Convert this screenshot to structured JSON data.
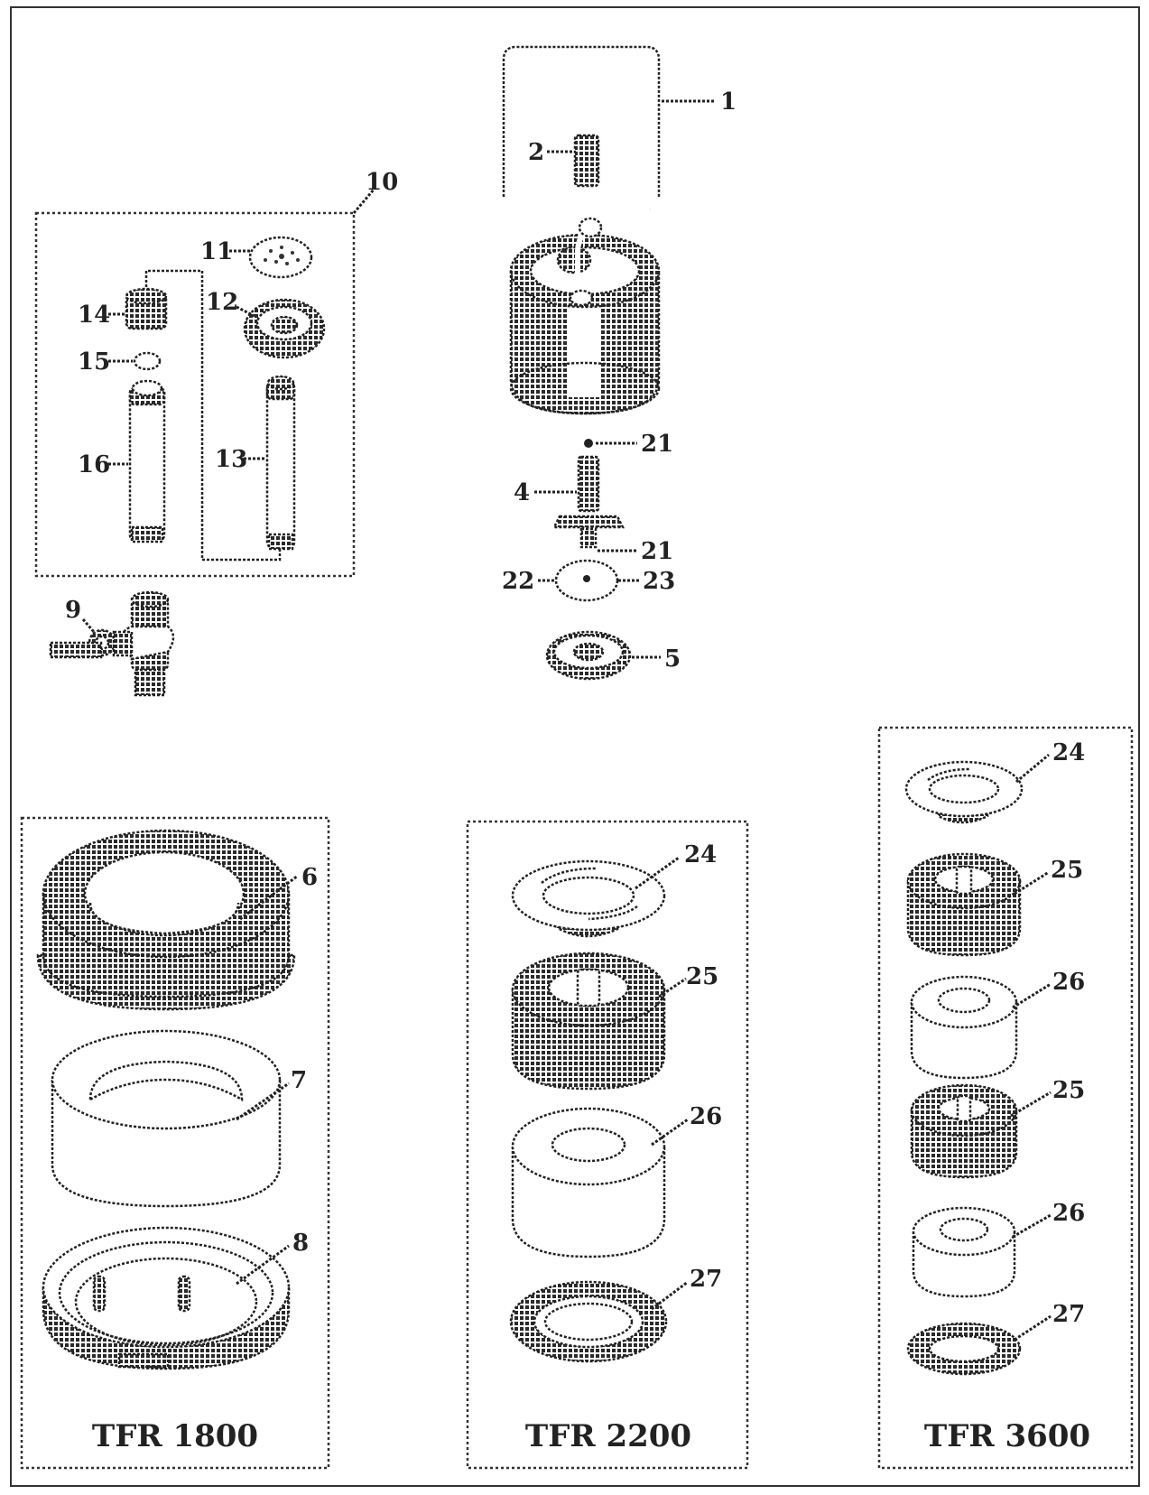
{
  "callouts": {
    "c1": "1",
    "c2": "2",
    "c4": "4",
    "c5": "5",
    "c6": "6",
    "c7": "7",
    "c8": "8",
    "c9": "9",
    "c10": "10",
    "c11": "11",
    "c12": "12",
    "c13": "13",
    "c14": "14",
    "c15": "15",
    "c16": "16",
    "c21a": "21",
    "c21b": "21",
    "c22": "22",
    "c23": "23",
    "m2200_24": "24",
    "m2200_25": "25",
    "m2200_26": "26",
    "m2200_27": "27",
    "m3600_24": "24",
    "m3600_25a": "25",
    "m3600_26a": "26",
    "m3600_25b": "25",
    "m3600_26b": "26",
    "m3600_27": "27"
  },
  "models": {
    "tfr1800": "TFR 1800",
    "tfr2200": "TFR 2200",
    "tfr3600": "TFR 3600"
  },
  "colors": {
    "ink": "#222222",
    "paper": "#ffffff"
  }
}
